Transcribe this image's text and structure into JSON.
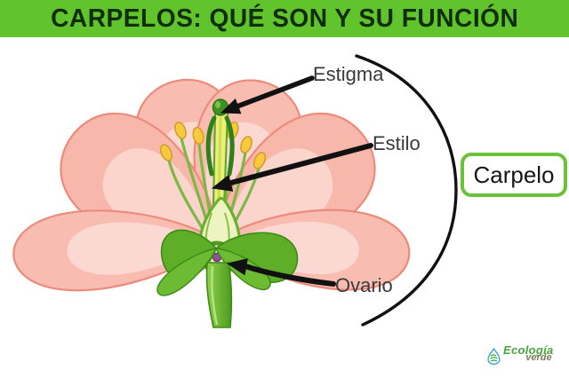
{
  "header": {
    "title": "CARPELOS: QUÉ SON Y SU FUNCIÓN"
  },
  "labels": {
    "estigma": "Estigma",
    "estilo": "Estilo",
    "ovario": "Ovario",
    "carpelo": "Carpelo"
  },
  "logo": {
    "brand_top": "Ecología",
    "brand_bottom": "verde"
  },
  "colors": {
    "header_bg": "#61c42d",
    "header_text": "#0f2d06",
    "label_text": "#3a3a3a",
    "carpelo_border": "#6cc13a",
    "arrow_black": "#111111",
    "petal_pink": "#f8bcb1",
    "petal_edge": "#ec8b7a",
    "petal_highlight": "#fbd8d1",
    "leaf_green": "#5fae27",
    "stem_dark_green": "#3c8a17",
    "pistil_yellow": "#e9ef77",
    "stigma_green": "#3f9122",
    "anther_yellow": "#f6c93f",
    "ovary_pale": "#eef3c2",
    "ovule_purple": "#94519b",
    "logo_green": "#48a53c"
  }
}
